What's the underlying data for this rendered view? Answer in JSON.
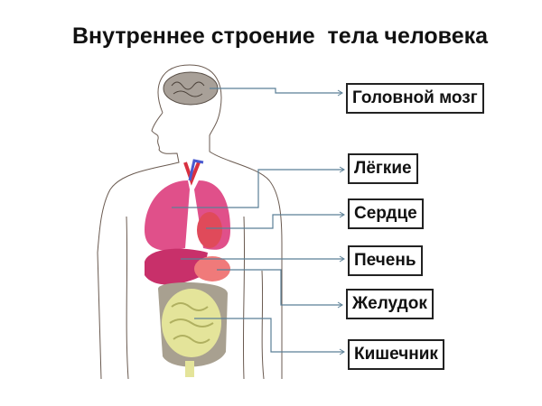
{
  "title": "Внутреннее строение  тела человека",
  "colors": {
    "leader_line": "#5a7f96",
    "lungs": "#e0508a",
    "heart": "#e04a5a",
    "liver": "#c8306a",
    "stomach": "#f07a7a",
    "intestine": "#e4e49a",
    "brain": "#b0a8a0",
    "vessels_red": "#d83040",
    "vessels_blue": "#4a5ad0"
  },
  "labels": [
    {
      "id": "brain",
      "text": "Головной мозг"
    },
    {
      "id": "lungs",
      "text": "Лёгкие"
    },
    {
      "id": "heart",
      "text": "Сердце"
    },
    {
      "id": "liver",
      "text": "Печень"
    },
    {
      "id": "stomach",
      "text": "Желудок"
    },
    {
      "id": "intestine",
      "text": "Кишечник"
    }
  ]
}
